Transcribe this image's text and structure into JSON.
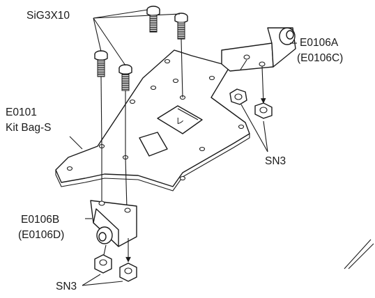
{
  "labels": {
    "screws": "SiG3X10",
    "plate_code": "E0101",
    "plate_name": "Kit Bag-S",
    "holder_a_code": "E0106A",
    "holder_a_alt": "(E0106C)",
    "holder_b_code": "E0106B",
    "holder_b_alt": "(E0106D)",
    "nuts_right": "SN3",
    "nuts_bottom": "SN3"
  }
}
